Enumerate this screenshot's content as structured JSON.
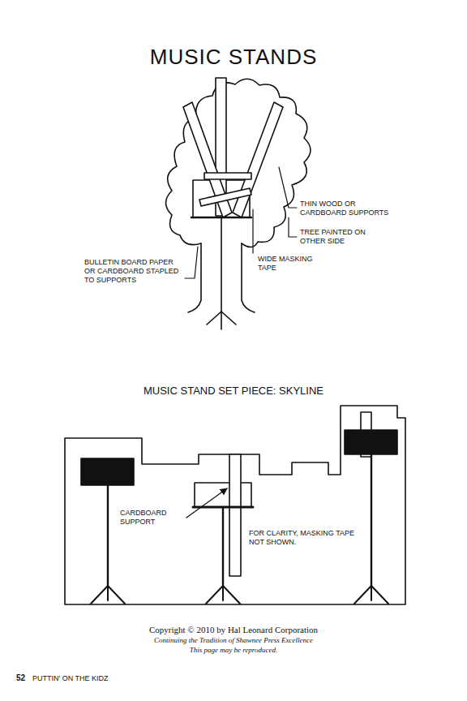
{
  "diagram": {
    "title": "MUSIC STANDS",
    "labels": [
      "THIN WOOD OR CARDBOARD SUPPORTS",
      "TREE PAINTED ON OTHER SIDE",
      "WIDE MASKING TAPE",
      "BULLETIN BOARD PAPER OR CARDBOARD STAPLED TO SUPPORTS",
      "MUSIC STAND SET PIECE: SKYLINE",
      "CARDBOARD SUPPORT",
      "FOR CLARITY, MASKING TAPE NOT SHOWN.",
      "Copyright © 2010 by Hal Leonard Corporation",
      "Continuing the Tradition of Shawnee Press Excellence",
      "This page may be reproduced.",
      "52",
      "PUTTIN' ON THE KIDZ"
    ]
  }
}
